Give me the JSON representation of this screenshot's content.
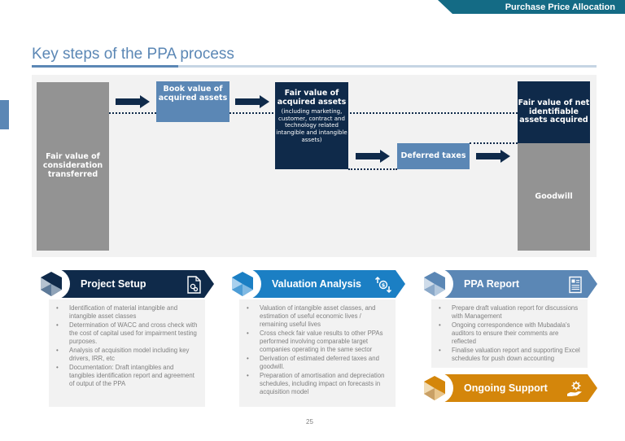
{
  "header": {
    "banner": "Purchase Price Allocation"
  },
  "page": {
    "title": "Key steps of the PPA process",
    "page_number": "25"
  },
  "diagram": {
    "consideration": "Fair value of consideration transferred",
    "book_value": "Book value of acquired assets",
    "fair_value_acquired": {
      "title": "Fair value of acquired assets",
      "subtitle": "(including marketing, customer, contract and technology related intangible and intangible assets)"
    },
    "deferred_taxes": "Deferred taxes",
    "net_identifiable": "Fair value of net identifiable assets acquired",
    "goodwill": "Goodwill"
  },
  "stages": [
    {
      "label": "Project Setup",
      "icon": "document-gears-icon",
      "color": "#0f2a4a",
      "bullets": [
        "Identification of material intangible and intangible asset classes",
        "Determination of WACC and cross check with the cost of capital used for impairment testing purposes.",
        "Analysis of acquisition model including key drivers, IRR, etc",
        "Documentation: Draft intangibles and tangibles identification report and agreement of output of the PPA"
      ]
    },
    {
      "label": "Valuation Analysis",
      "icon": "currency-up-down-icon",
      "color": "#1b7fc4",
      "bullets": [
        "Valuation of intangible asset classes, and estimation of useful economic lives / remaining useful lives",
        "Cross check fair value results to other PPAs performed involving comparable target companies operating in the same sector",
        "Derivation of estimated deferred taxes and goodwill.",
        "Preparation of amortisation and depreciation schedules, including impact on forecasts in acquisition model"
      ]
    },
    {
      "label": "PPA Report",
      "icon": "report-icon",
      "color": "#5b87b5",
      "bullets": [
        "Prepare draft valuation report for discussions with Management",
        "Ongoing correspondence with Mubadala's auditors to ensure their comments are reflected",
        "Finalise valuation report and supporting Excel schedules for push down accounting"
      ]
    },
    {
      "label": "Ongoing Support",
      "icon": "hand-gear-icon",
      "color": "#d4860b",
      "bullets": []
    }
  ]
}
